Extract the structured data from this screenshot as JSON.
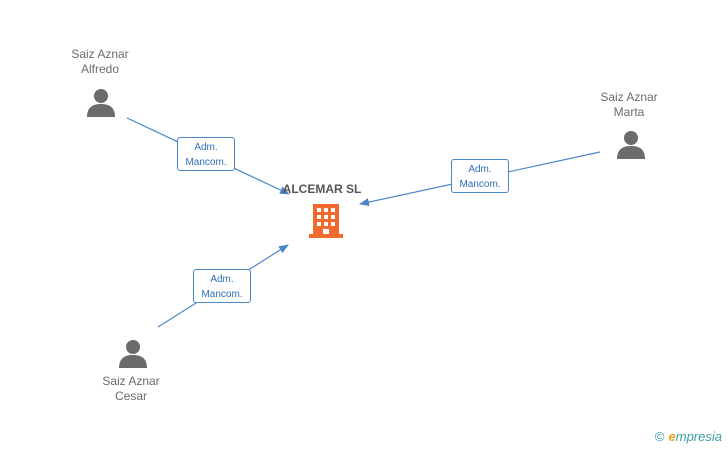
{
  "company": {
    "name": "ALCEMAR SL",
    "icon": "building-icon",
    "color": "#f26a2e"
  },
  "people": [
    {
      "first": "Saiz Aznar",
      "second": "Alfredo",
      "icon": "person-icon",
      "role_line1": "Adm.",
      "role_line2": "Mancom."
    },
    {
      "first": "Saiz Aznar",
      "second": "Marta",
      "icon": "person-icon",
      "role_line1": "Adm.",
      "role_line2": "Mancom."
    },
    {
      "first": "Saiz Aznar",
      "second": "Cesar",
      "icon": "person-icon",
      "role_line1": "Adm.",
      "role_line2": "Mancom."
    }
  ],
  "colors": {
    "edge": "#4a86c8",
    "person": "#6b6b6b"
  },
  "brand": {
    "copyright": "©",
    "initial": "e",
    "rest": "mpresia"
  }
}
